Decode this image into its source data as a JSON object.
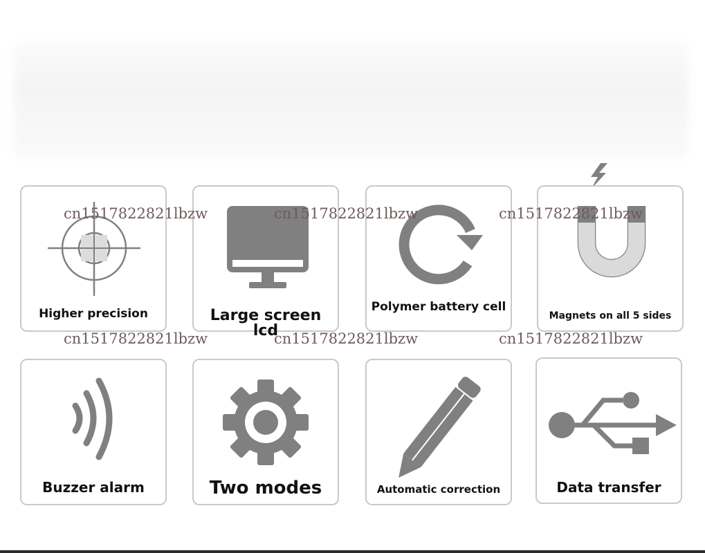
{
  "features": [
    {
      "label": "Higher precision",
      "icon": "crosshair-icon"
    },
    {
      "label": "Large screen lcd",
      "icon": "monitor-icon"
    },
    {
      "label": "Polymer battery cell",
      "icon": "refresh-arrow-icon"
    },
    {
      "label": "Magnets on all 5 sides",
      "icon": "magnet-icon"
    },
    {
      "label": "Buzzer alarm",
      "icon": "sound-waves-icon"
    },
    {
      "label": "Two modes",
      "icon": "gear-icon"
    },
    {
      "label": "Automatic correction",
      "icon": "pencil-icon"
    },
    {
      "label": "Data transfer",
      "icon": "usb-icon"
    }
  ],
  "watermark": "cn1517822821lbzw",
  "colors": {
    "icon": "#808080",
    "border": "#c9c9c9",
    "text": "#111111",
    "watermark": "#6f5a5a"
  }
}
